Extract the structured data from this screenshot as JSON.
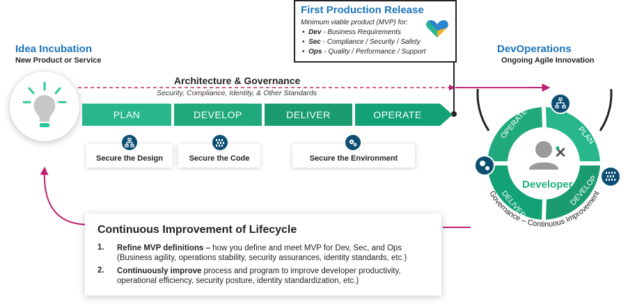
{
  "idea": {
    "title": "Idea Incubation",
    "subtitle": "New Product or Service"
  },
  "architecture": {
    "title": "Architecture & Governance",
    "subtitle": "Security, Compliance, Identity, & Other Standards"
  },
  "phases": [
    "PLAN",
    "DEVELOP",
    "DELIVER",
    "OPERATE"
  ],
  "secure": [
    "Secure the Design",
    "Secure the Code",
    "Secure the Environment"
  ],
  "first_release": {
    "title": "First Production Release",
    "subtitle": "Minimum viable product (MVP) for:",
    "items": [
      {
        "key": "Dev",
        "text": " - Business Requirements"
      },
      {
        "key": "Sec",
        "text": " - Compliance / Security / Safety"
      },
      {
        "key": "Ops",
        "text": " - Quality / Performance / Support"
      }
    ]
  },
  "devops": {
    "title": "DevOperations",
    "subtitle": "Ongoing Agile Innovation"
  },
  "cycle": {
    "center_label": "Developer",
    "segments": [
      "PLAN",
      "DEVELOP",
      "DELIVER",
      "OPERATE"
    ],
    "ring_label": "Governance – Continuous Improvement"
  },
  "improvement": {
    "title": "Continuous Improvement of Lifecycle",
    "items": [
      {
        "num": "1.",
        "bold": "Refine MVP definitions –",
        "text": " how you define and meet MVP for Dev, Sec, and Ops (Business agility, operations stability, security assurances, identity standards, etc.)"
      },
      {
        "num": "2.",
        "bold": "Continuously improve",
        "text": " process and program to improve developer productivity, operational efficiency, security posture, identity standardization, etc.)"
      }
    ]
  },
  "colors": {
    "blue": "#1b75bb",
    "green": "#1fae7e",
    "magenta": "#c0206f",
    "navy": "#0d4f73"
  }
}
